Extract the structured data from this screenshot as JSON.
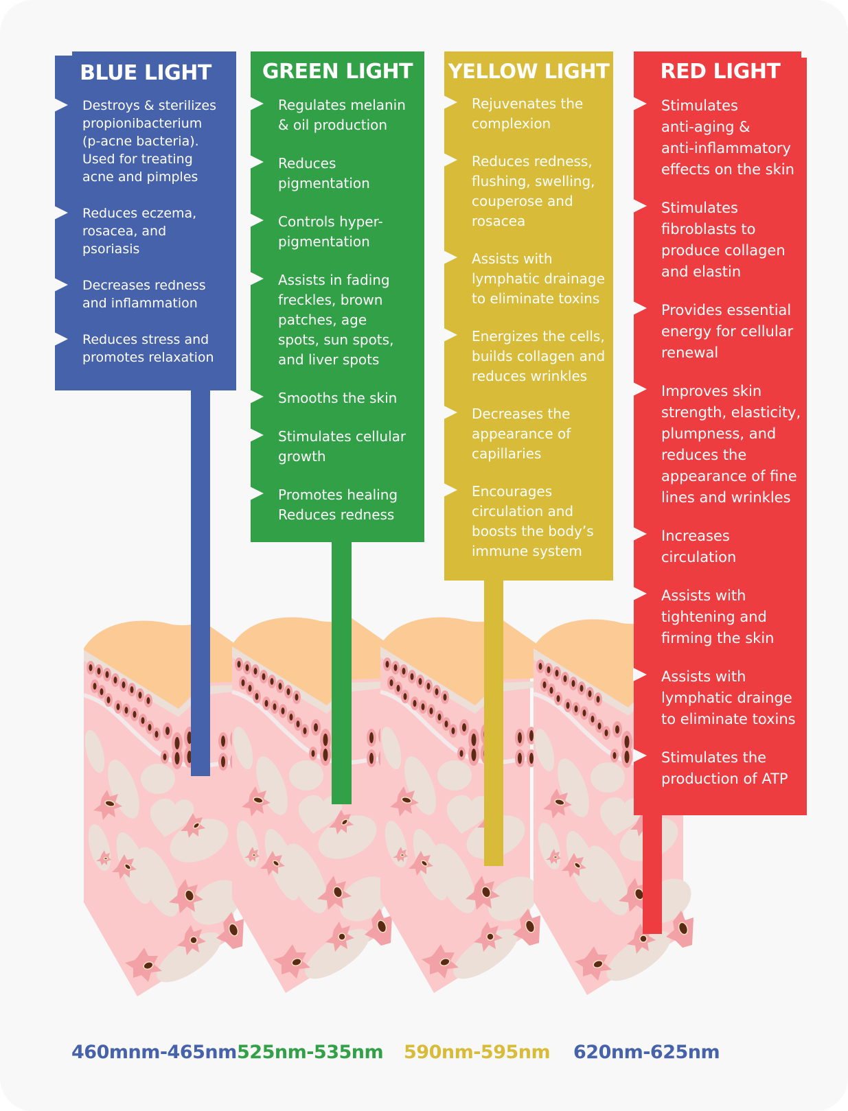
{
  "colors": {
    "blue": "#4662ab",
    "green": "#31a047",
    "yellow": "#d9bb3a",
    "red": "#ee3d41",
    "background": "#f8f8f8",
    "skin_surface": "#fcca94",
    "skin_dermis": "#fbc9ca",
    "skin_pale": "#ebdfd8",
    "cell": "#f2a2a6",
    "nucleus": "#5a2a14"
  },
  "cards": [
    {
      "key": "blue",
      "title": "BLUE LIGHT",
      "items": [
        "Destroys & sterilizes\npropionibacterium\n(p-acne bacteria).\nUsed for treating\nacne and pimples",
        "Reduces eczema,\nrosacea, and\npsoriasis",
        "Decreases redness\nand inflammation",
        "Reduces stress and\npromotes  relaxation"
      ]
    },
    {
      "key": "green",
      "title": "GREEN LIGHT",
      "items": [
        "Regulates melanin\n& oil production",
        "Reduces\npigmentation",
        "Controls  hyper-\npigmentation",
        "Assists in fading\nfreckles, brown\npatches, age\nspots, sun spots,\nand liver spots",
        "Smooths the skin",
        "Stimulates  cellular\ngrowth",
        "Promotes  healing\nReduces  redness"
      ]
    },
    {
      "key": "yellow",
      "title": "YELLOW LIGHT",
      "items": [
        "Rejuvenates the\ncomplexion",
        "Reduces  redness,\nflushing, swelling,\ncouperose and\nrosacea",
        "Assists with\nlymphatic  drainage\nto eliminate  toxins",
        "Energizes the cells,\nbuilds collagen and\nreduces wrinkles",
        "Decreases the\nappearance of\ncapillaries",
        "Encourages\ncirculation and\nboosts the body’s\nimmune system"
      ]
    },
    {
      "key": "red",
      "title": "RED LIGHT",
      "items": [
        "Stimulates\nanti-aging &\nanti-inflammatory\neffects on the skin",
        "Stimulates\nfibroblasts to\nproduce collagen\nand elastin",
        "Provides essential\nenergy for cellular\nrenewal",
        "Improves skin\nstrength, elasticity,\nplumpness, and\nreduces the\nappearance of fine\nlines and wrinkles",
        "Increases\ncirculation",
        "Assists with\ntightening and\nfirming the skin",
        "Assists with\nlymphatic drainge\nto eliminate toxins",
        "Stimulates the\nproduction of ATP"
      ]
    }
  ],
  "wavelengths": [
    {
      "key": "blue",
      "label": "460mnm-465nm",
      "color": "#4662ab"
    },
    {
      "key": "green",
      "label": "525nm-535nm",
      "color": "#31a047"
    },
    {
      "key": "yellow",
      "label": "590nm-595nm",
      "color": "#d9bb3a"
    },
    {
      "key": "red",
      "label": "620nm-625nm",
      "color": "#4662ab"
    }
  ]
}
